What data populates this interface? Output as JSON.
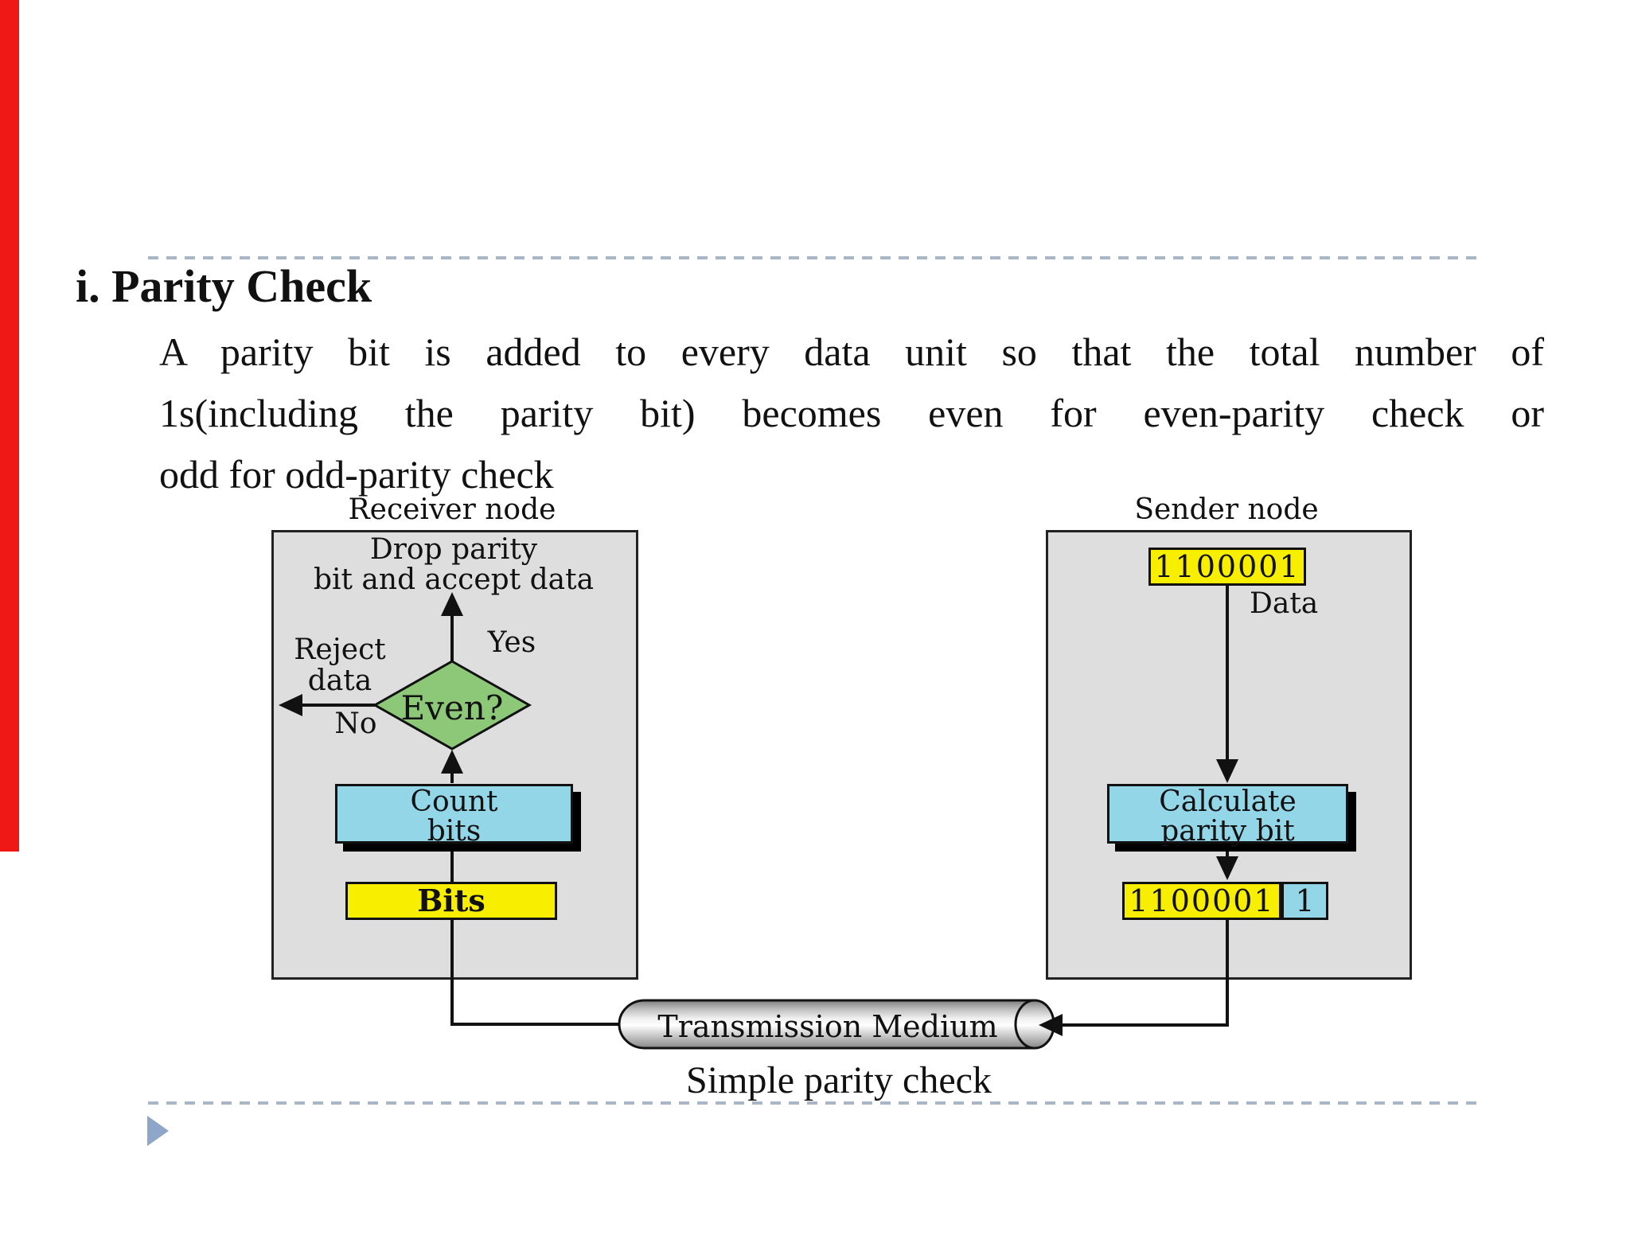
{
  "slide": {
    "title": "i. Parity Check",
    "body_lines": [
      "A parity bit is added to every data unit so that the total number of",
      "1s(including the parity bit) becomes even for even-parity check or",
      "odd for odd-parity check"
    ],
    "caption": "Simple parity check"
  },
  "diagram": {
    "receiver": {
      "label": "Receiver node",
      "drop_line1": "Drop parity",
      "drop_line2": "bit and accept data",
      "yes": "Yes",
      "reject_line1": "Reject",
      "reject_line2": "data",
      "no": "No",
      "decision": "Even?",
      "count_line1": "Count",
      "count_line2": "bits",
      "bits": "Bits"
    },
    "sender": {
      "label": "Sender node",
      "data_bits": "1100001",
      "data_label": "Data",
      "calc_line1": "Calculate",
      "calc_line2": "parity bit",
      "result_bits": "1100001",
      "parity_bit": "1"
    },
    "medium": {
      "label": "Transmission Medium"
    }
  },
  "colors": {
    "red_bar": "#f01717",
    "dash": "#a9b6c6",
    "triangle": "#8ea6c8",
    "node_bg": "#dedede",
    "node_border": "#222222",
    "yellow": "#f8ee00",
    "cyan": "#92d6e8",
    "green": "#8cc878",
    "ink": "#111111",
    "shadow": "#000000"
  }
}
